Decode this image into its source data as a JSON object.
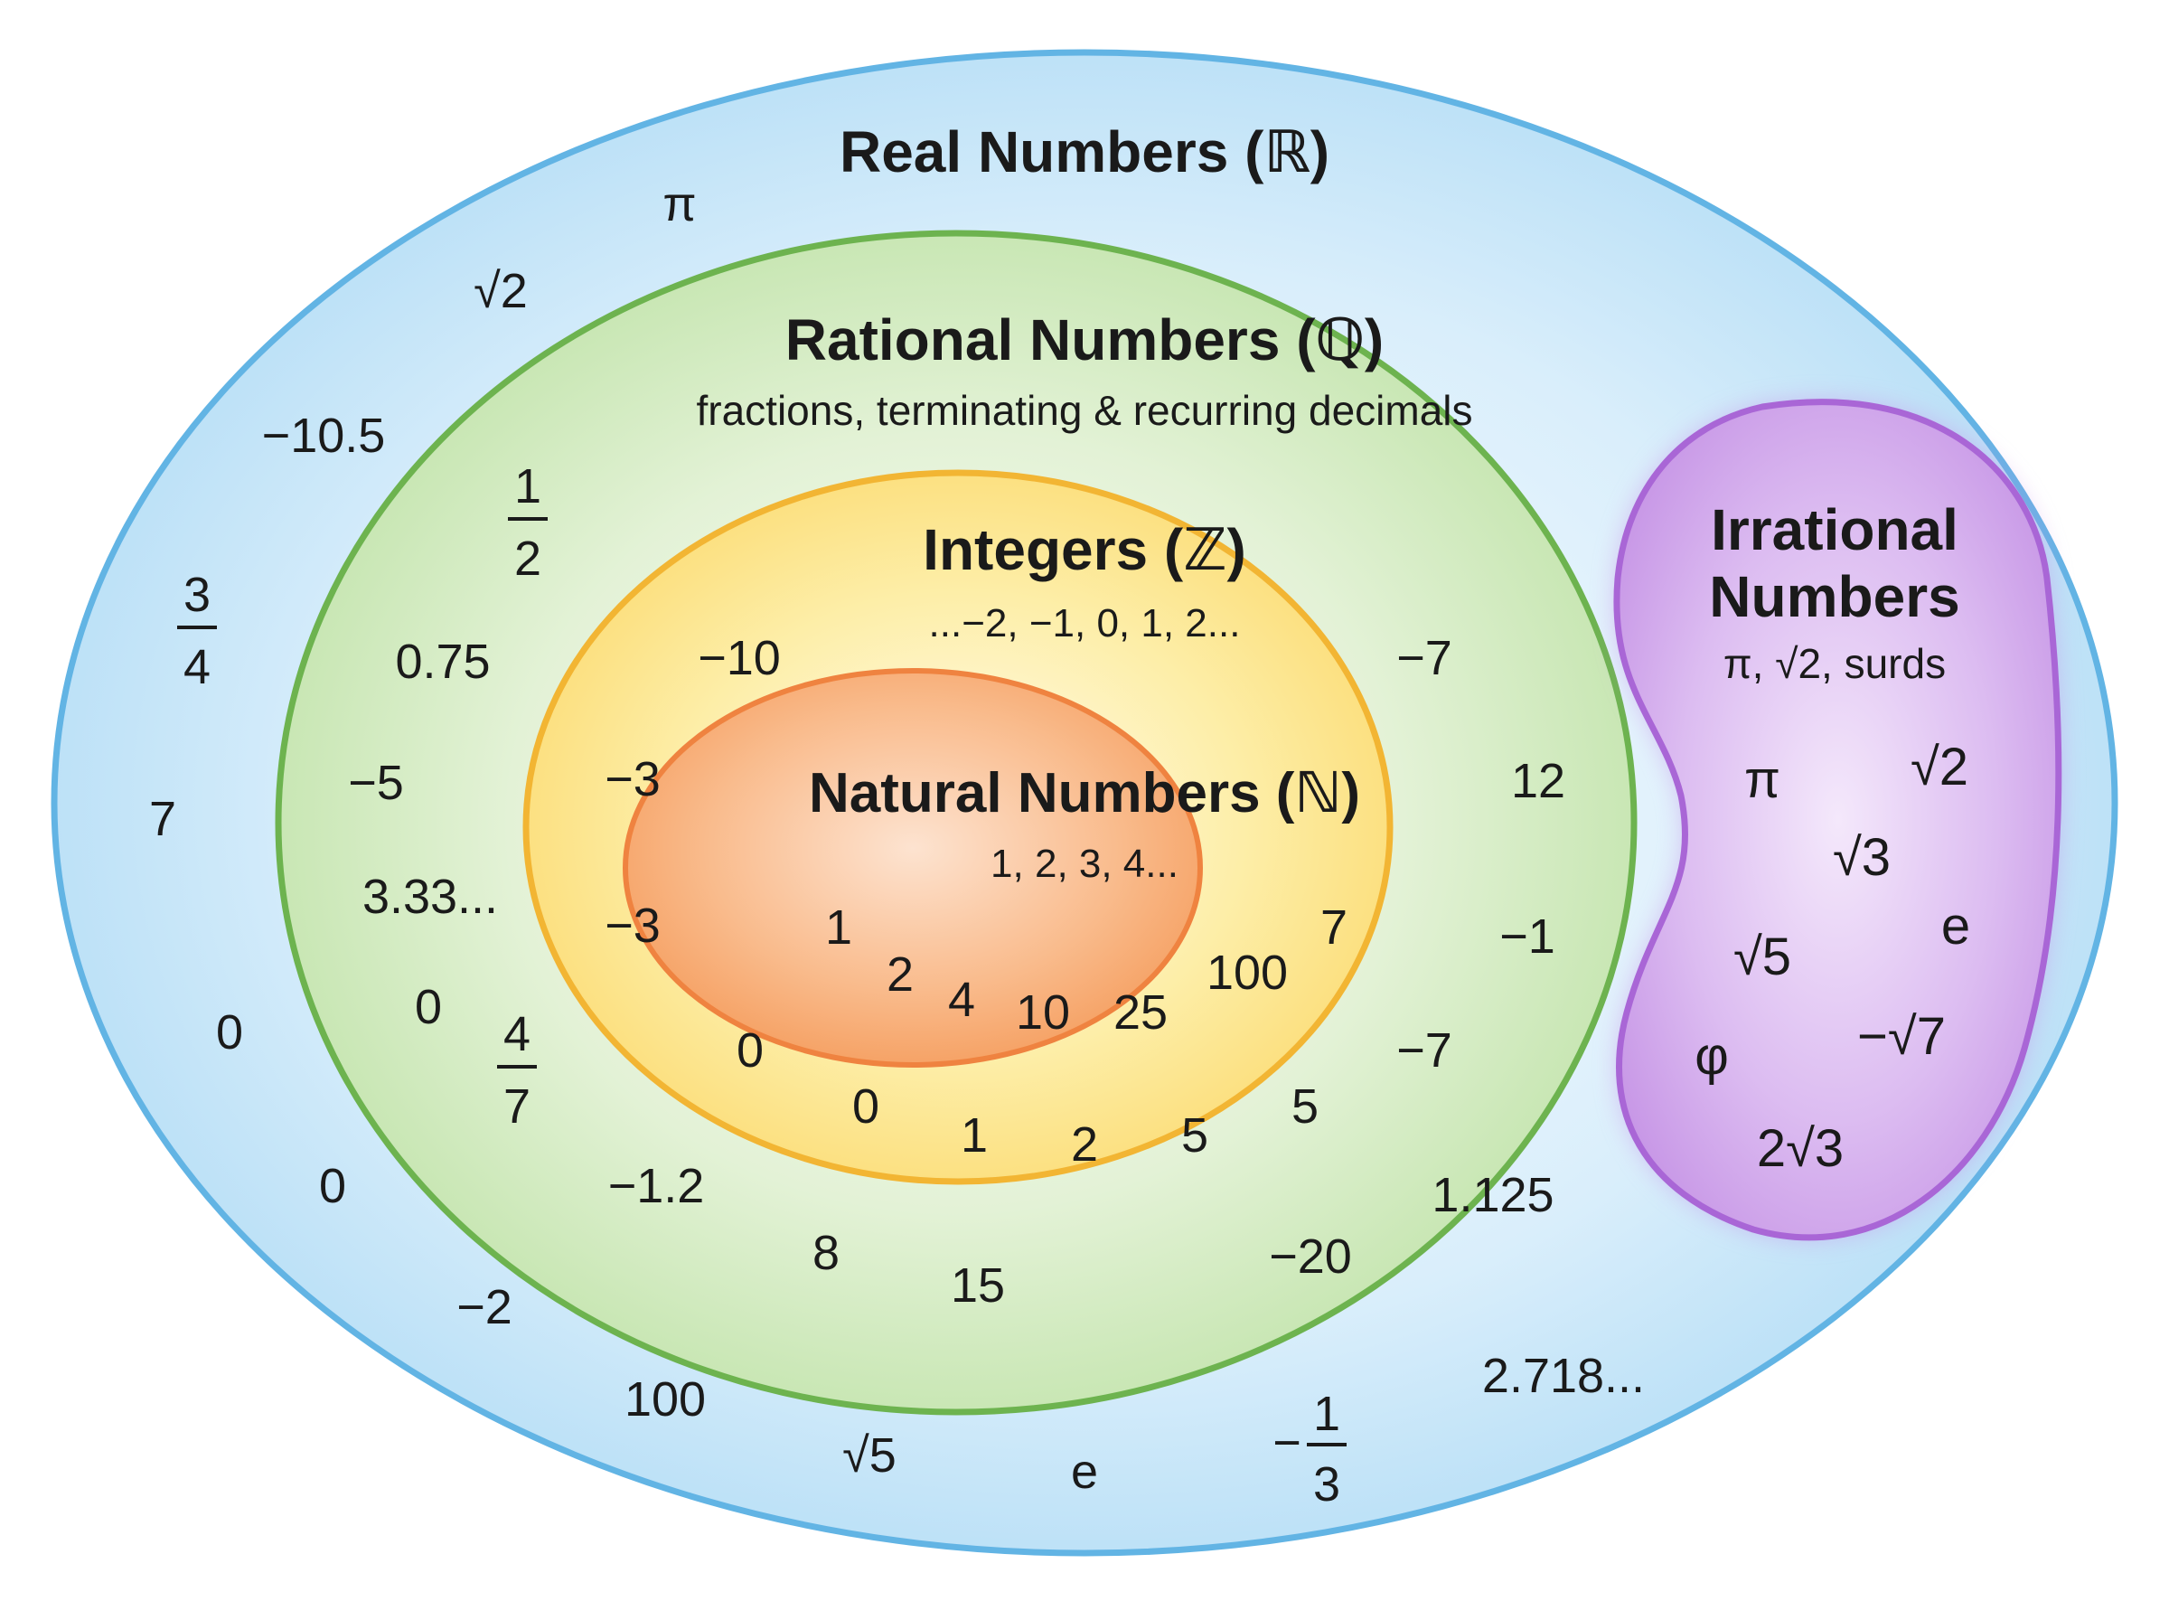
{
  "sets": {
    "real": {
      "title": "Real Numbers (ℝ)",
      "color": "#8cc8ee",
      "border": "#5aaee0"
    },
    "rational": {
      "title": "Rational Numbers (ℚ)",
      "subtitle": "fractions, terminating & recurring decimals",
      "color": "#a9d88c",
      "border": "#6db34f"
    },
    "integers": {
      "title": "Integers (ℤ)",
      "subtitle": "...−2, −1, 0, 1, 2...",
      "color": "#fbd86a",
      "border": "#f2b533"
    },
    "natural": {
      "title": "Natural Numbers (ℕ)",
      "subtitle": "1, 2, 3, 4...",
      "color": "#f7a86a",
      "border": "#ef8340"
    },
    "irrational": {
      "title_line1": "Irrational",
      "title_line2": "Numbers",
      "subtitle": "π, √2, surds",
      "color": "#d1a8ec",
      "border": "#a966d6"
    }
  },
  "numbers": {
    "real": [
      "π",
      "√2",
      "−10.5",
      "7",
      "0",
      "0",
      "−2",
      "100",
      "√5",
      "e",
      "2.718..."
    ],
    "real_fractions": [
      {
        "num": "3",
        "den": "4",
        "sign": ""
      },
      {
        "num": "1",
        "den": "3",
        "sign": "−"
      }
    ],
    "rational": [
      "0.75",
      "−5",
      "3.33...",
      "0",
      "−1.2",
      "8",
      "15",
      "−20",
      "1.125"
    ],
    "rational_fractions": [
      {
        "num": "1",
        "den": "2"
      },
      {
        "num": "4",
        "den": "7"
      }
    ],
    "integers": [
      "−10",
      "−7",
      "−3",
      "12",
      "−3",
      "−1",
      "0",
      "−7",
      "0",
      "1",
      "2",
      "5",
      "5"
    ],
    "natural": [
      "1",
      "2",
      "4",
      "10",
      "25",
      "100",
      "7"
    ],
    "irrational": [
      "π",
      "√2",
      "√3",
      "e",
      "√5",
      "φ",
      "−√7",
      "2√3"
    ]
  }
}
